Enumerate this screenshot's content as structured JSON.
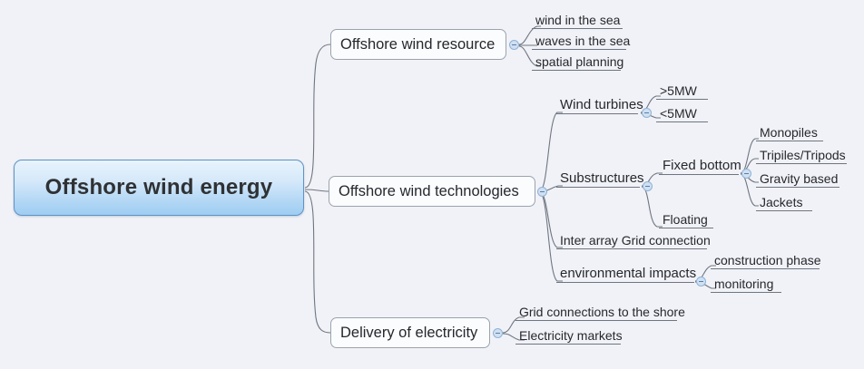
{
  "diagram": {
    "type": "mind-map",
    "background_color": "#f1f2f7",
    "root_accent_color": "#9ecdf2",
    "root": {
      "label": "Offshore wind energy"
    },
    "branches": [
      {
        "label": "Offshore wind resource",
        "toggle_icon": "collapse-minus-icon",
        "children": [
          {
            "label": "wind in the sea"
          },
          {
            "label": "waves in the sea"
          },
          {
            "label": "spatial planning"
          }
        ]
      },
      {
        "label": "Offshore wind technologies",
        "toggle_icon": "collapse-minus-icon",
        "children": [
          {
            "label": "Wind turbines",
            "toggle_icon": "collapse-minus-icon",
            "children": [
              {
                "label": ">5MW"
              },
              {
                "label": "<5MW"
              }
            ]
          },
          {
            "label": "Substructures",
            "toggle_icon": "collapse-minus-icon",
            "children": [
              {
                "label": "Fixed bottom",
                "toggle_icon": "collapse-minus-icon",
                "children": [
                  {
                    "label": "Monopiles"
                  },
                  {
                    "label": "Tripiles/Tripods"
                  },
                  {
                    "label": "Gravity based"
                  },
                  {
                    "label": "Jackets"
                  }
                ]
              },
              {
                "label": "Floating"
              }
            ]
          },
          {
            "label": "Inter array Grid connection"
          },
          {
            "label": "environmental impacts",
            "toggle_icon": "collapse-minus-icon",
            "children": [
              {
                "label": "construction phase"
              },
              {
                "label": "monitoring"
              }
            ]
          }
        ]
      },
      {
        "label": "Delivery of electricity",
        "toggle_icon": "collapse-minus-icon",
        "children": [
          {
            "label": "Grid connections to the shore"
          },
          {
            "label": "Electricity markets"
          }
        ]
      }
    ]
  }
}
